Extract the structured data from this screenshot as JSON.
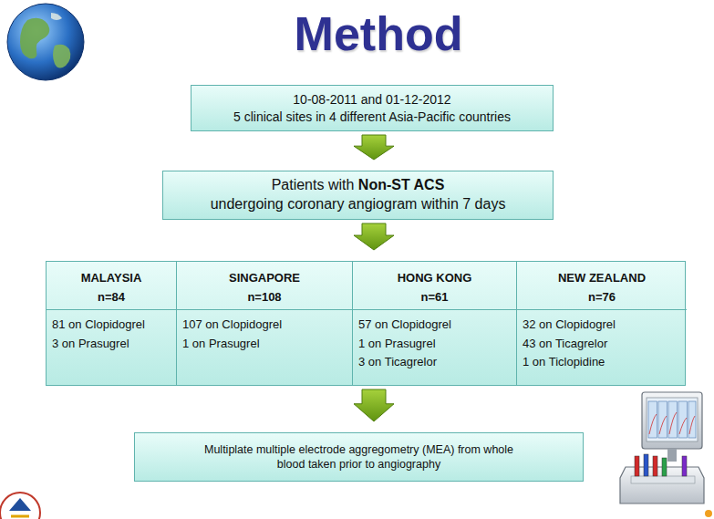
{
  "diagram": {
    "title": "Method",
    "nodes": [
      {
        "text": [
          "10-08-2011 and 01-12-2012",
          "5 clinical sites in 4 different Asia-Pacific countries"
        ]
      },
      {
        "text": [
          "Patients with",
          "Non-ST ACS",
          "undergoing coronary angiogram within 7 days"
        ]
      },
      {
        "text": [
          "MALAYSIA",
          "n=84",
          "81 on Clopidogrel",
          "3 on Prasugrel",
          "SINGAPORE",
          "n=108",
          "107 on Clopidogrel",
          "1 on Prasugrel",
          "HONG KONG",
          "n=61",
          "57 on Clopidogrel",
          "1 on Prasugrel",
          "3 on Ticagrelor",
          "NEW ZEALAND",
          "n=76",
          "32 on Clopidogrel",
          "43 on Ticagrelor",
          "1 on Ticlopidine"
        ]
      },
      {
        "text": [
          "Multiplate multiple electrode aggregometry (MEA) from whole blood taken prior to angiography"
        ]
      }
    ],
    "edges": [
      {
        "from": 0,
        "to": 1,
        "arrow": "to"
      },
      {
        "from": 1,
        "to": 2,
        "arrow": "to"
      },
      {
        "from": 2,
        "to": 3,
        "arrow": "to"
      }
    ]
  }
}
